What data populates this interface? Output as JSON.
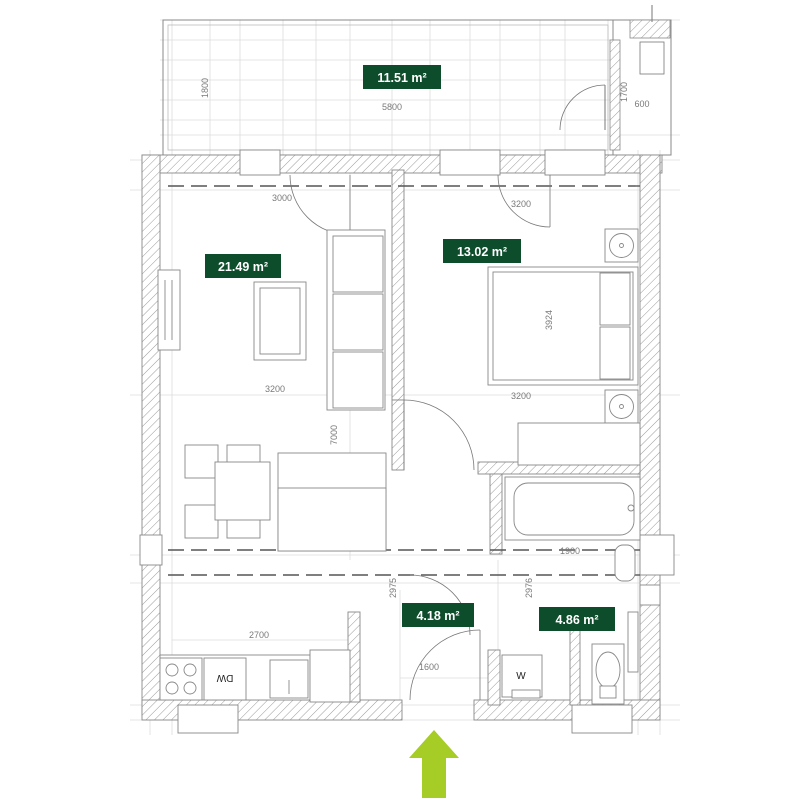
{
  "plan": {
    "areas": {
      "balcony": "11.51 m²",
      "living": "21.49 m²",
      "bedroom": "13.02 m²",
      "hall": "4.18 m²",
      "bathroom": "4.86 m²"
    },
    "dimensions": {
      "balcony_depth": "1800",
      "balcony_width": "5800",
      "balcony_side_depth": "1700",
      "balcony_side_width": "600",
      "living_top_width": "3000",
      "bedroom_top_width": "3200",
      "bedroom_depth": "3924",
      "living_mid_width": "3200",
      "bedroom_bottom_width": "3200",
      "apartment_depth": "7000",
      "bath_width": "1900",
      "hall_depth": "2975",
      "bath_depth": "2976",
      "kitchen_width": "2700",
      "hall_width": "1600"
    },
    "appliances": {
      "dishwasher": "DW",
      "washer": "W"
    },
    "colors": {
      "badge": "#0e4d2b",
      "entry_arrow": "#a6cc26",
      "wall_hatch": "#9a9a9a",
      "grid": "#dcdcdc"
    }
  }
}
